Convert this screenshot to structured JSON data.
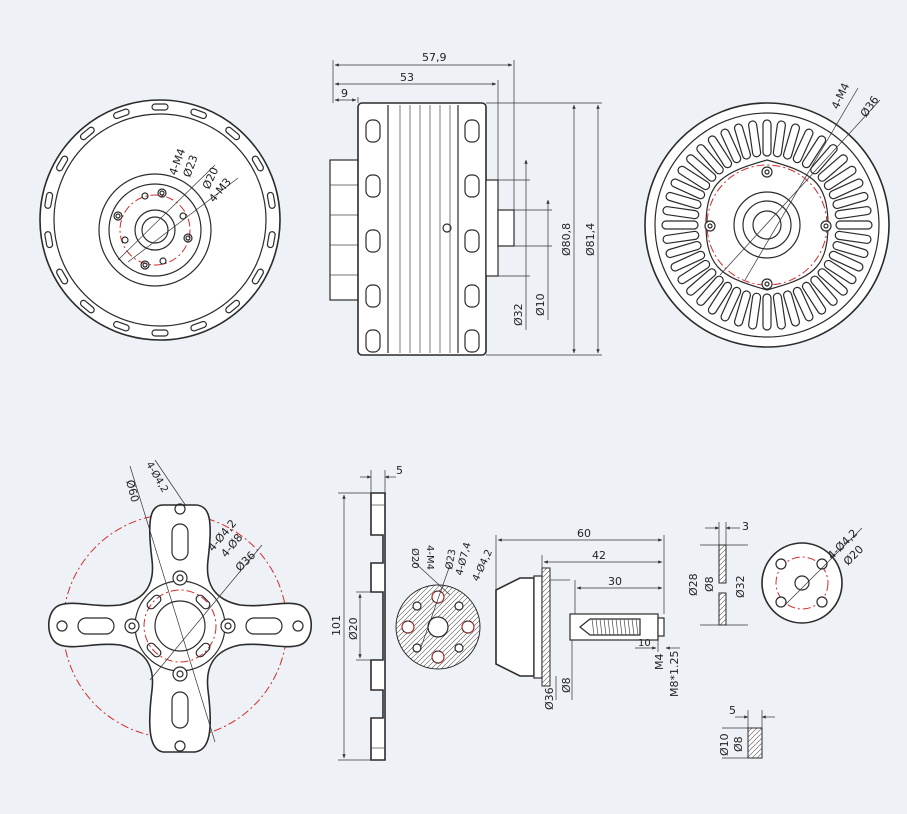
{
  "colors": {
    "background": "#eef2f7",
    "line": "#2b2b2b",
    "centerline": "#d42b2b"
  },
  "motor_front": {
    "labels": [
      "4-M4",
      "Ø23",
      "Ø20",
      "4-M3"
    ]
  },
  "motor_side": {
    "overall_length": "57,9",
    "body_length": "53",
    "shaft_offset": "9",
    "diameter_inner": "Ø80,8",
    "diameter_outer": "Ø81,4",
    "diameter_base": "Ø32",
    "diameter_shaft": "Ø10"
  },
  "motor_back": {
    "labels": [
      "4-M4",
      "Ø36"
    ]
  },
  "mount_cross": {
    "labels": [
      "4-Ø4,2",
      "Ø60",
      "4-Ø4,2",
      "4-Ø8",
      "Ø36"
    ]
  },
  "mount_side": {
    "thickness": "5",
    "height": "101",
    "bore": "Ø20"
  },
  "prop_hub_face": {
    "labels": [
      "4-M4",
      "Ø20",
      "Ø23",
      "4-Ø7,4",
      "4-Ø4,2"
    ]
  },
  "prop_adapter": {
    "length_total": "60",
    "length_mid": "42",
    "length_thread": "30",
    "tip": "10",
    "diameter_base": "Ø36",
    "diameter_shaft": "Ø8",
    "thread_a": "M4",
    "thread_b": "M8*1.25"
  },
  "washer_side": {
    "thickness": "3",
    "diameter_a": "Ø28",
    "diameter_b": "Ø8",
    "diameter_c": "Ø32"
  },
  "washer_face": {
    "labels": [
      "4-Ø4,2",
      "Ø20"
    ]
  },
  "spacer": {
    "thickness": "5",
    "diameter_outer": "Ø10",
    "diameter_inner": "Ø8"
  }
}
